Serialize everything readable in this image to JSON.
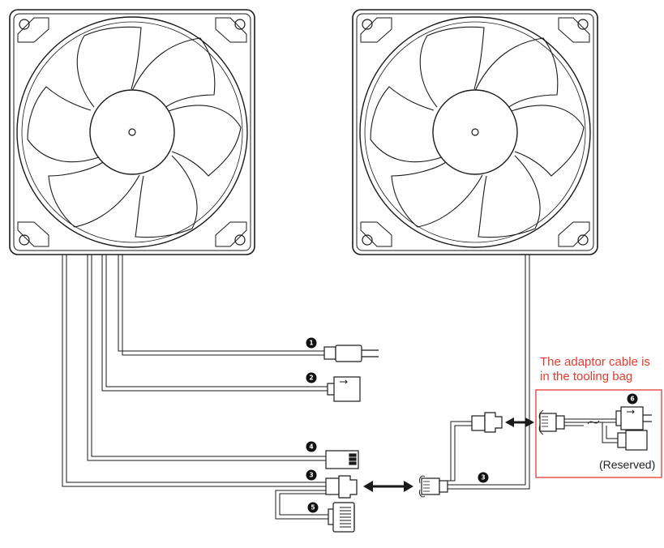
{
  "note": {
    "line1": "The adaptor cable is",
    "line2": "in the tooling bag"
  },
  "reserved_label": "(Reserved)",
  "markers": {
    "m1": "1",
    "m2": "2",
    "m3a": "3",
    "m3b": "3",
    "m4": "4",
    "m5": "5",
    "m6": "6"
  },
  "colors": {
    "line": "#1a1a1a",
    "note": "#e53a2f",
    "box_border": "#e53a2f"
  },
  "icons": {
    "fan_left": "fan-icon",
    "fan_right": "fan-icon",
    "arrow": "double-arrow-icon"
  }
}
